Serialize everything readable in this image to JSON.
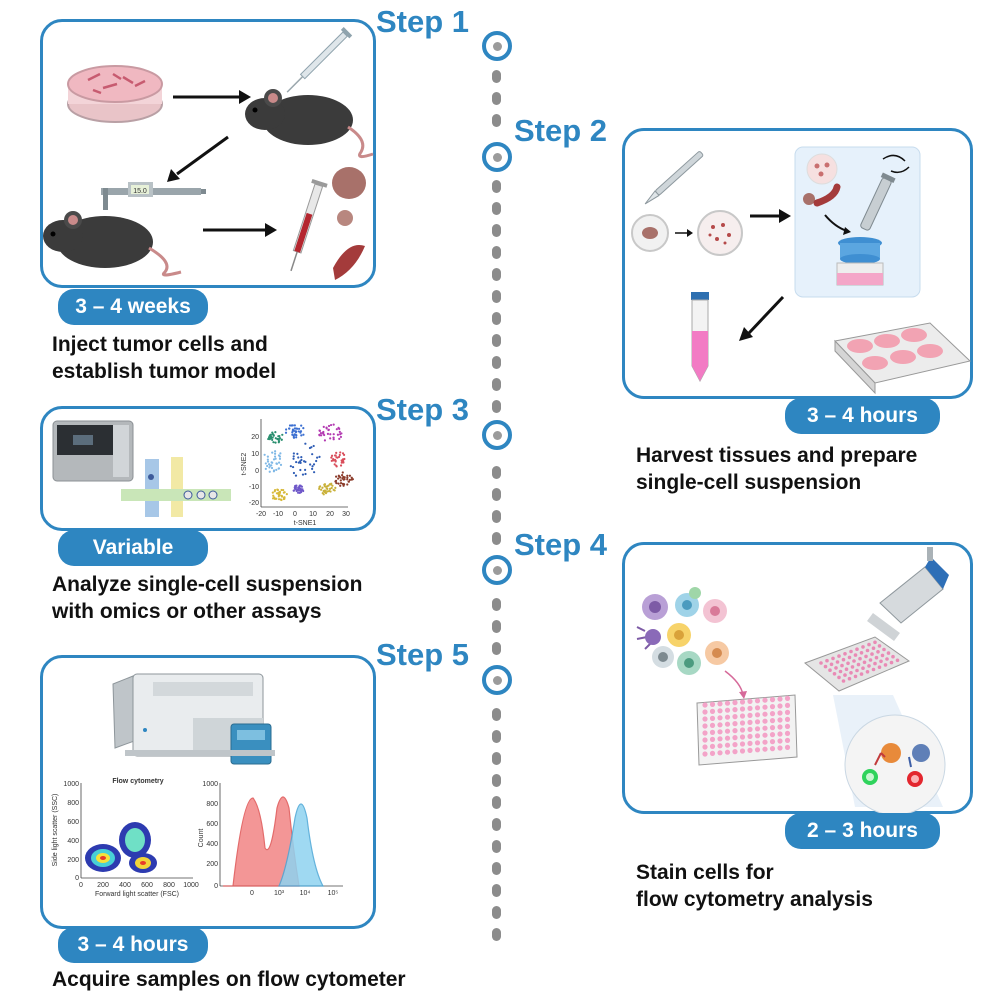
{
  "steps": [
    {
      "title": "Step 1",
      "duration": "3 – 4 weeks",
      "desc": [
        "Inject tumor cells and",
        "establish tumor model"
      ]
    },
    {
      "title": "Step 2",
      "duration": "3 – 4 hours",
      "desc": [
        "Harvest tissues and prepare",
        "single-cell suspension"
      ]
    },
    {
      "title": "Step 3",
      "duration": "Variable",
      "desc": [
        "Analyze single-cell suspension",
        "with omics or other assays"
      ]
    },
    {
      "title": "Step 4",
      "duration": "2 – 3 hours",
      "desc": [
        "Stain cells for",
        "flow cytometry analysis"
      ]
    },
    {
      "title": "Step 5",
      "duration": "3 – 4 hours",
      "desc": [
        "Acquire samples on flow cytometer"
      ]
    }
  ],
  "caliper_reading": "15.0",
  "tsne": {
    "xlabel": "t-SNE1",
    "ylabel": "t-SNE2",
    "xticks": [
      "-20",
      "-10",
      "0",
      "10",
      "20",
      "30"
    ],
    "yticks": [
      "20",
      "10",
      "0",
      "-10",
      "-20"
    ]
  },
  "flow_plot": {
    "title": "Flow cytometry",
    "xlabel": "Forward light scatter (FSC)",
    "ylabel": "Side light scatter (SSC)",
    "xticks": [
      "0",
      "200",
      "400",
      "600",
      "800",
      "1000"
    ],
    "yticks": [
      "1000",
      "800",
      "600",
      "400",
      "200",
      "0"
    ]
  },
  "histogram": {
    "ylabel": "Count",
    "xticks": [
      "0",
      "10³",
      "10⁴",
      "10⁵"
    ],
    "yticks": [
      "1000",
      "800",
      "600",
      "400",
      "200",
      "0"
    ]
  },
  "colors": {
    "accent": "#2e86c1",
    "timeline_dot": "#8c8c8c",
    "tissue": "#8b3a3a",
    "pink": "#f4a6b8",
    "hist_red": "#f28b8b",
    "hist_blue": "#8fd3f0"
  }
}
